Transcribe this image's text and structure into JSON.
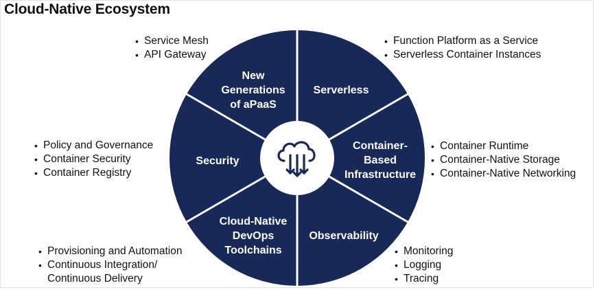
{
  "title": "Cloud-Native Ecosystem",
  "colors": {
    "segment_fill": "#162958",
    "divider": "#ffffff",
    "center": "#ffffff",
    "icon": "#162958",
    "text": "#111111"
  },
  "center_icon": "cloud-download-icon",
  "segments": [
    {
      "label_lines": [
        "New",
        "Generations",
        "of aPaaS"
      ]
    },
    {
      "label_lines": [
        "Serverless"
      ]
    },
    {
      "label_lines": [
        "Container-",
        "Based",
        "Infrastructure"
      ]
    },
    {
      "label_lines": [
        "Observability"
      ]
    },
    {
      "label_lines": [
        "Cloud-Native",
        "DevOps",
        "Toolchains"
      ]
    },
    {
      "label_lines": [
        "Security"
      ]
    }
  ],
  "bullet_groups": {
    "apaas": [
      "Service Mesh",
      "API Gateway"
    ],
    "serverless": [
      "Function Platform as a Service",
      "Serverless Container Instances"
    ],
    "infrastructure": [
      "Container Runtime",
      "Container-Native Storage",
      "Container-Native Networking"
    ],
    "observability": [
      "Monitoring",
      "Logging",
      "Tracing"
    ],
    "devops": [
      "Provisioning and Automation",
      "Continuous Integration/",
      "Continuous Delivery"
    ],
    "security": [
      "Policy and Governance",
      "Container Security",
      "Container Registry"
    ]
  }
}
